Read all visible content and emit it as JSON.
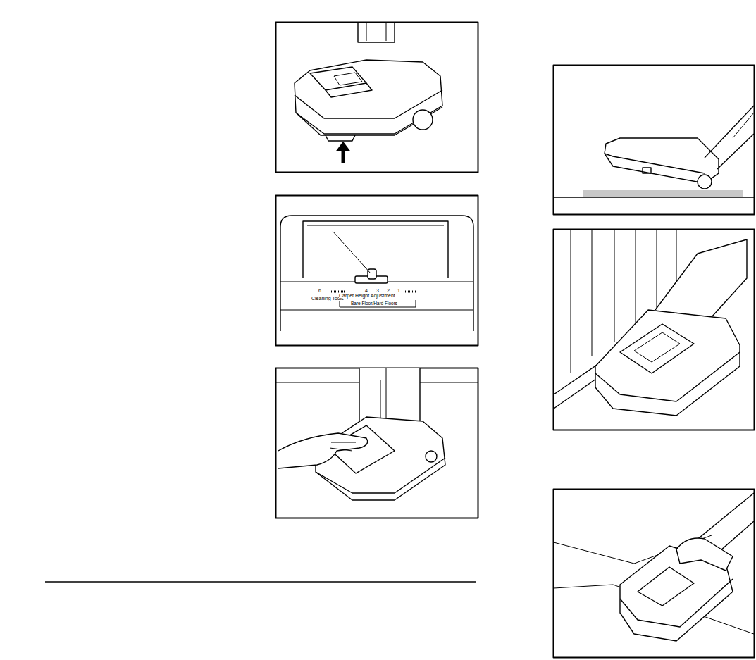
{
  "diagram": {
    "labels": [
      "6",
      "4",
      "3",
      "2",
      "1",
      "Cleaning Tools",
      "Carpet Height Adjustment",
      "Bare Floor/Hard Floors"
    ]
  }
}
